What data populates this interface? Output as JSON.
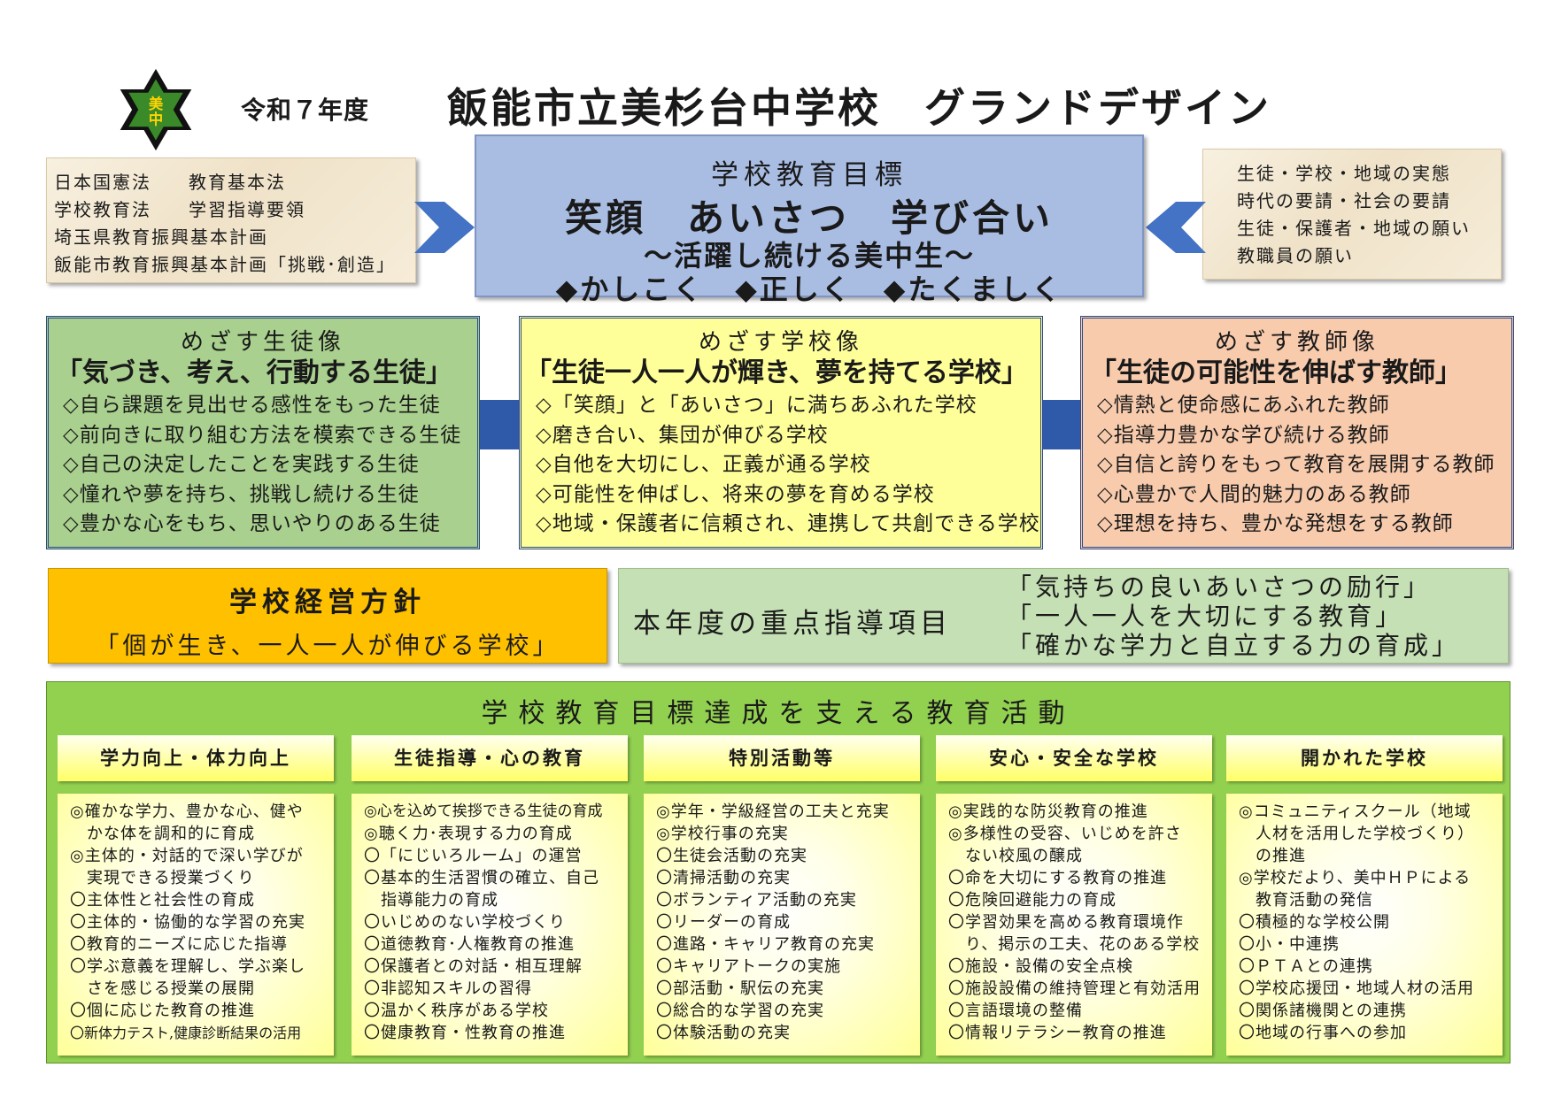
{
  "header": {
    "emblem_text": "美中",
    "year": "令和７年度",
    "title": "飯能市立美杉台中学校　グランドデザイン"
  },
  "laws": [
    [
      "日本国憲法",
      "教育基本法"
    ],
    [
      "学校教育法",
      "学習指導要領"
    ],
    [
      "埼玉県教育振興基本計画",
      ""
    ],
    [
      "飯能市教育振興基本計画「挑戦･創造」",
      ""
    ]
  ],
  "needs": [
    "生徒・学校・地域の実態",
    "時代の要請・社会の要請",
    "生徒・保護者・地域の願い",
    "教職員の願い"
  ],
  "goal": {
    "heading": "学校教育目標",
    "main": "笑顔　あいさつ　学び合い",
    "sub": "～活躍し続ける美中生～",
    "keywords": "◆かしこく　◆正しく　◆たくましく"
  },
  "visions": [
    {
      "heading": "めざす生徒像",
      "main": "「気づき、考え、行動する生徒」",
      "items": [
        "◇自ら課題を見出せる感性をもった生徒",
        "◇前向きに取り組む方法を模索できる生徒",
        "◇自己の決定したことを実践する生徒",
        "◇憧れや夢を持ち、挑戦し続ける生徒",
        "◇豊かな心をもち、思いやりのある生徒"
      ]
    },
    {
      "heading": "めざす学校像",
      "main": "「生徒一人一人が輝き、夢を持てる学校」",
      "items": [
        "◇「笑顔」と「あいさつ」に満ちあふれた学校",
        "◇磨き合い、集団が伸びる学校",
        "◇自他を大切にし、正義が通る学校",
        "◇可能性を伸ばし、将来の夢を育める学校",
        "◇地域・保護者に信頼され、連携して共創できる学校"
      ]
    },
    {
      "heading": "めざす教師像",
      "main": "「生徒の可能性を伸ばす教師」",
      "items": [
        "◇情熱と使命感にあふれた教師",
        "◇指導力豊かな学び続ける教師",
        "◇自信と誇りをもって教育を展開する教師",
        "◇心豊かで人間的魅力のある教師",
        "◇理想を持ち、豊かな発想をする教師"
      ]
    }
  ],
  "policy": {
    "heading": "学校経営方針",
    "main": "「個が生き、一人一人が伸びる学校」"
  },
  "focus": {
    "label": "本年度の重点指導項目",
    "items": [
      "「気持ちの良いあいさつの励行」",
      "「一人一人を大切にする教育」",
      "「確かな学力と自立する力の育成」"
    ]
  },
  "activities": {
    "heading": "学校教育目標達成を支える教育活動",
    "columns": [
      {
        "title": "学力向上・体力向上",
        "lines": [
          "◎確かな学力、豊かな心、健や",
          "　かな体を調和的に育成",
          "◎主体的・対話的で深い学びが",
          "　実現できる授業づくり",
          "〇主体性と社会性の育成",
          "〇主体的・協働的な学習の充実",
          "〇教育的ニーズに応じた指導",
          "〇学ぶ意義を理解し、学ぶ楽し",
          "　さを感じる授業の展開",
          "〇個に応じた教育の推進",
          "〇新体力テスト,健康診断結果の活用"
        ]
      },
      {
        "title": "生徒指導・心の教育",
        "lines": [
          "◎心を込めて挨拶できる生徒の育成",
          "◎聴く力･表現する力の育成",
          "〇「にじいろルーム」の運営",
          "〇基本的生活習慣の確立、自己",
          "　指導能力の育成",
          "〇いじめのない学校づくり",
          "〇道徳教育･人権教育の推進",
          "〇保護者との対話・相互理解",
          "〇非認知スキルの習得",
          "〇温かく秩序がある学校",
          "〇健康教育・性教育の推進"
        ]
      },
      {
        "title": "特別活動等",
        "lines": [
          "◎学年・学級経営の工夫と充実",
          "◎学校行事の充実",
          "〇生徒会活動の充実",
          "〇清掃活動の充実",
          "〇ボランティア活動の充実",
          "〇リーダーの育成",
          "〇進路・キャリア教育の充実",
          "〇キャリアトークの実施",
          "〇部活動・駅伝の充実",
          "〇総合的な学習の充実",
          "〇体験活動の充実"
        ]
      },
      {
        "title": "安心・安全な学校",
        "lines": [
          "◎実践的な防災教育の推進",
          "◎多様性の受容、いじめを許さ",
          "　ない校風の醸成",
          "〇命を大切にする教育の推進",
          "〇危険回避能力の育成",
          "〇学習効果を高める教育環境作",
          "　り、掲示の工夫、花のある学校",
          "〇施設・設備の安全点検",
          "〇施設設備の維持管理と有効活用",
          "〇言語環境の整備",
          "〇情報リテラシー教育の推進"
        ]
      },
      {
        "title": "開かれた学校",
        "lines": [
          "◎コミュニティスクール（地域",
          "　人材を活用した学校づくり）",
          "　の推進",
          "◎学校だより、美中ＨＰによる",
          "　教育活動の発信",
          "〇積極的な学校公開",
          "〇小・中連携",
          "〇ＰＴＡとの連携",
          "〇学校応援団・地域人材の活用",
          "〇関係諸機関との連携",
          "〇地域の行事への参加"
        ]
      }
    ]
  },
  "colors": {
    "goal": "#a9bde3",
    "student": "#a9d08e",
    "school": "#ffff99",
    "teacher": "#f8cbad",
    "policy": "#ffc000",
    "focus": "#c5e0b4",
    "activities": "#92d050",
    "arrow": "#4472c4"
  },
  "icons": {
    "emblem": "school-emblem-icon",
    "arrow_left": "arrow-right-icon",
    "arrow_right": "arrow-left-icon"
  }
}
